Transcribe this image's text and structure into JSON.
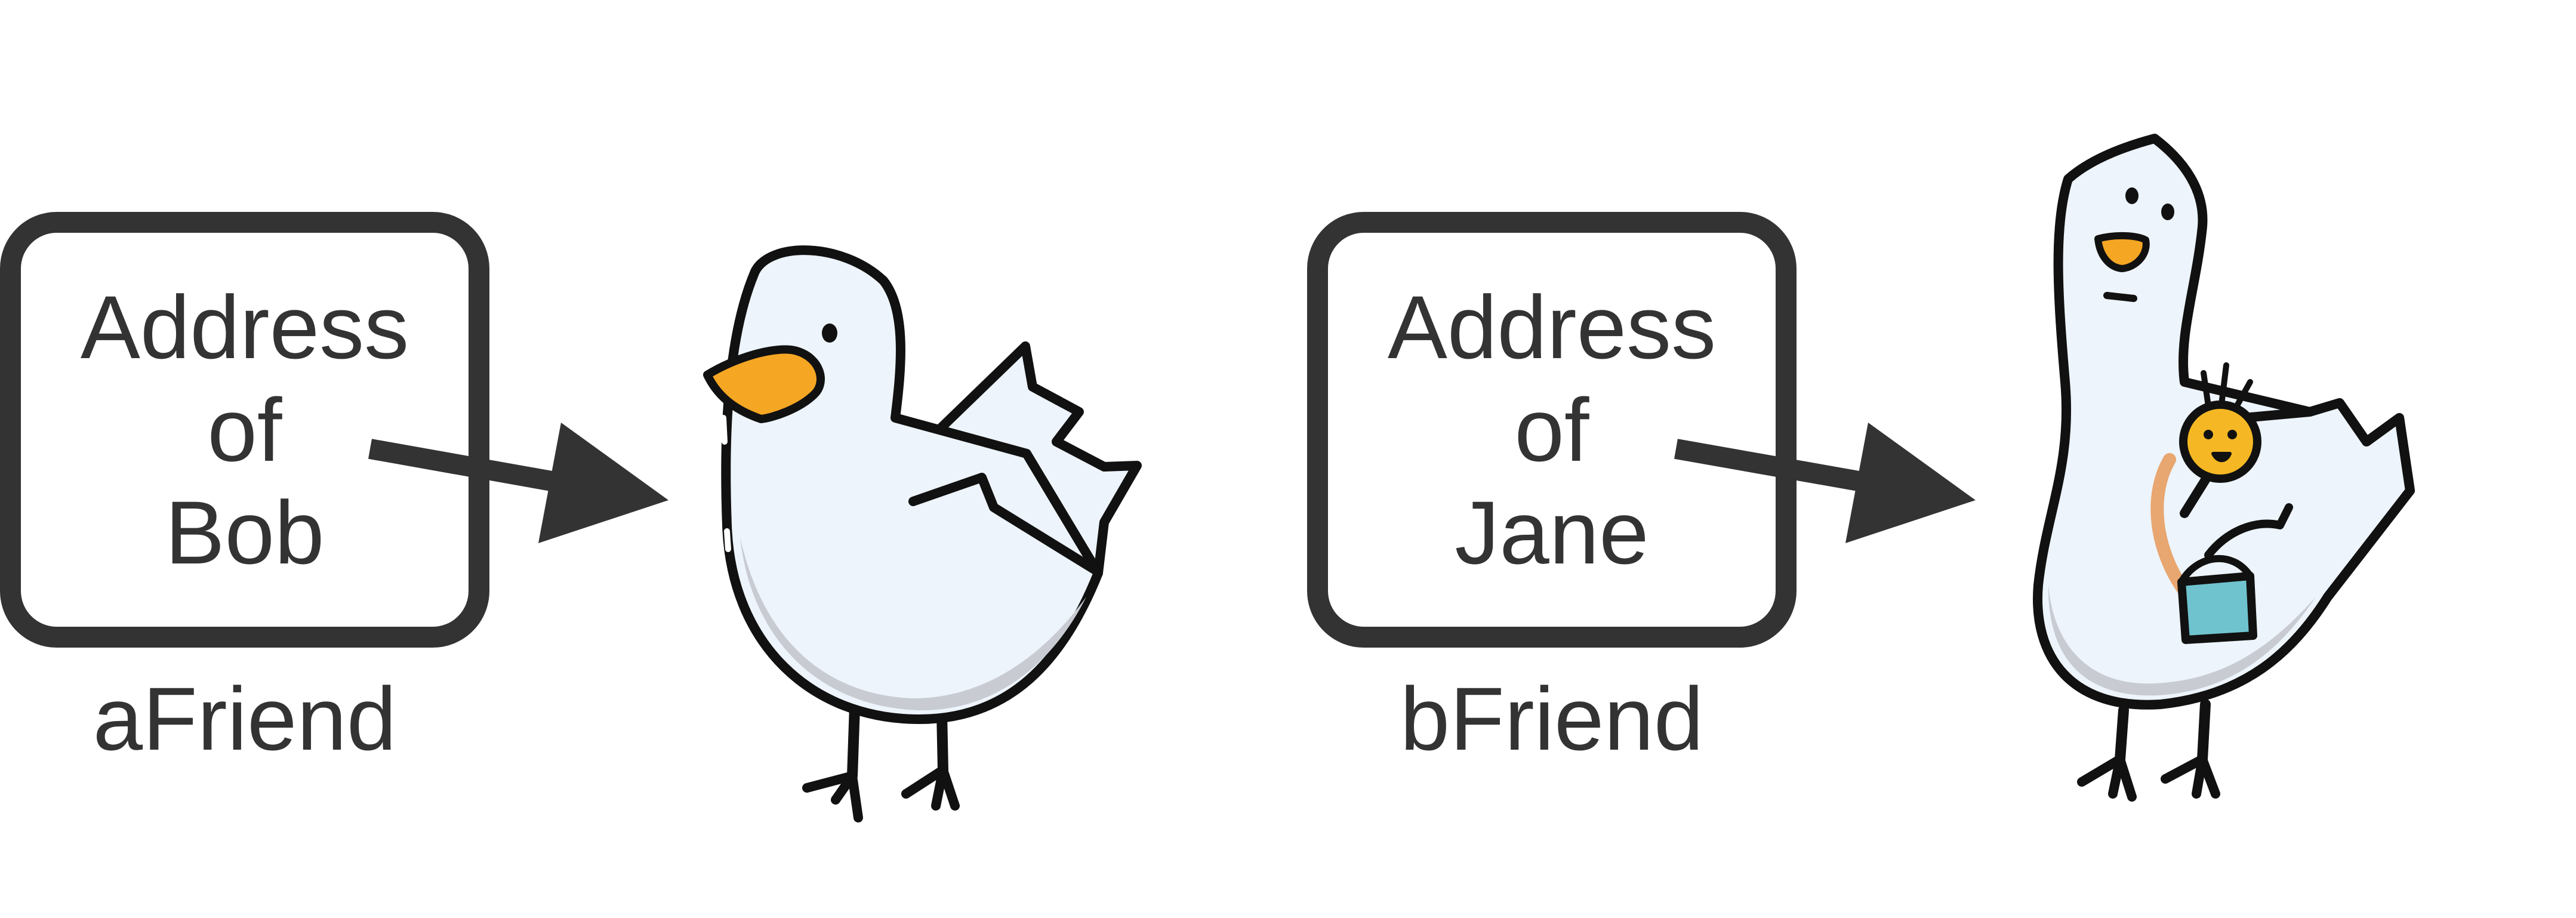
{
  "references": [
    {
      "box_text": "Address\nof\nBob",
      "variable_name": "aFriend",
      "target": "duck"
    },
    {
      "box_text": "Address\nof\nJane",
      "variable_name": "bFriend",
      "target": "duck-with-baby"
    }
  ],
  "colors": {
    "outline": "#111111",
    "box_border": "#333333",
    "text": "#333333",
    "bird_body": "#edf4fb",
    "bird_shadow": "#c8ccd2",
    "beak": "#f5a623",
    "chick": "#f5b824",
    "bag": "#6fc3cf",
    "strap": "#e8a670"
  }
}
